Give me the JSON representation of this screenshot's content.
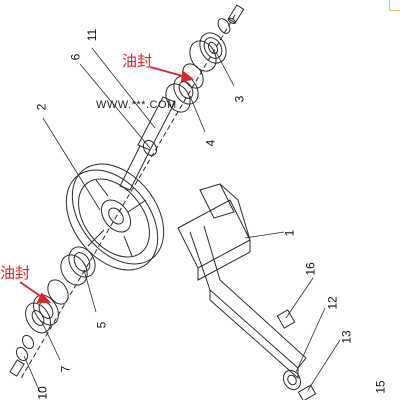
{
  "callouts": {
    "oil_seal_top": "油封",
    "oil_seal_left": "油封"
  },
  "watermark": "WWW.***.COM",
  "part_numbers": {
    "n1": "1",
    "n2": "2",
    "n3": "3",
    "n4": "4",
    "n5": "5",
    "n6": "6",
    "n7": "7",
    "n10": "10",
    "n11": "11",
    "n12": "12",
    "n13": "13",
    "n15": "15",
    "n16": "16"
  },
  "colors": {
    "line": "#2a2a2a",
    "accent": "#e0222a"
  }
}
